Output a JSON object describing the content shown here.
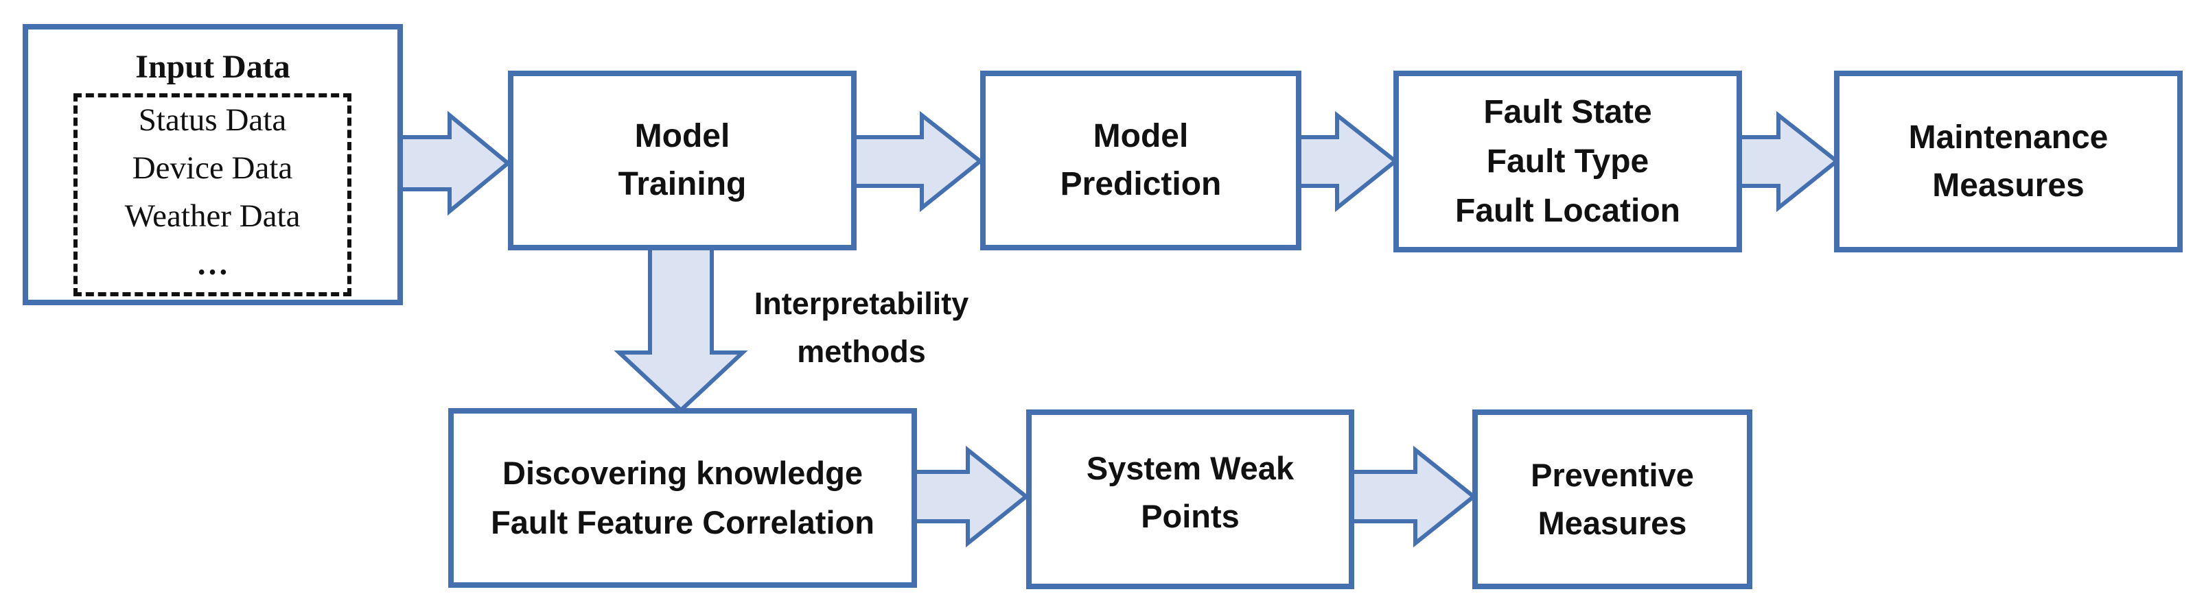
{
  "colors": {
    "box_border": "#4470b0",
    "arrow_fill": "#dbe3f3",
    "text": "#111111",
    "dashed_border": "#111111"
  },
  "input_data": {
    "title": "Input Data",
    "items": [
      "Status Data",
      "Device Data",
      "Weather Data",
      "…"
    ]
  },
  "model_training": {
    "lines": [
      "Model",
      "Training"
    ]
  },
  "model_prediction": {
    "lines": [
      "Model",
      "Prediction"
    ]
  },
  "fault_outputs": {
    "lines": [
      "Fault State",
      "Fault Type",
      "Fault Location"
    ]
  },
  "maintenance": {
    "lines": [
      "Maintenance",
      "Measures"
    ]
  },
  "interpretability_label": {
    "lines": [
      "Interpretability",
      "methods"
    ]
  },
  "discovering": {
    "lines": [
      "Discovering knowledge",
      "Fault Feature Correlation"
    ]
  },
  "weak_points": {
    "lines": [
      "System Weak",
      "Points"
    ]
  },
  "preventive": {
    "lines": [
      "Preventive",
      "Measures"
    ]
  }
}
